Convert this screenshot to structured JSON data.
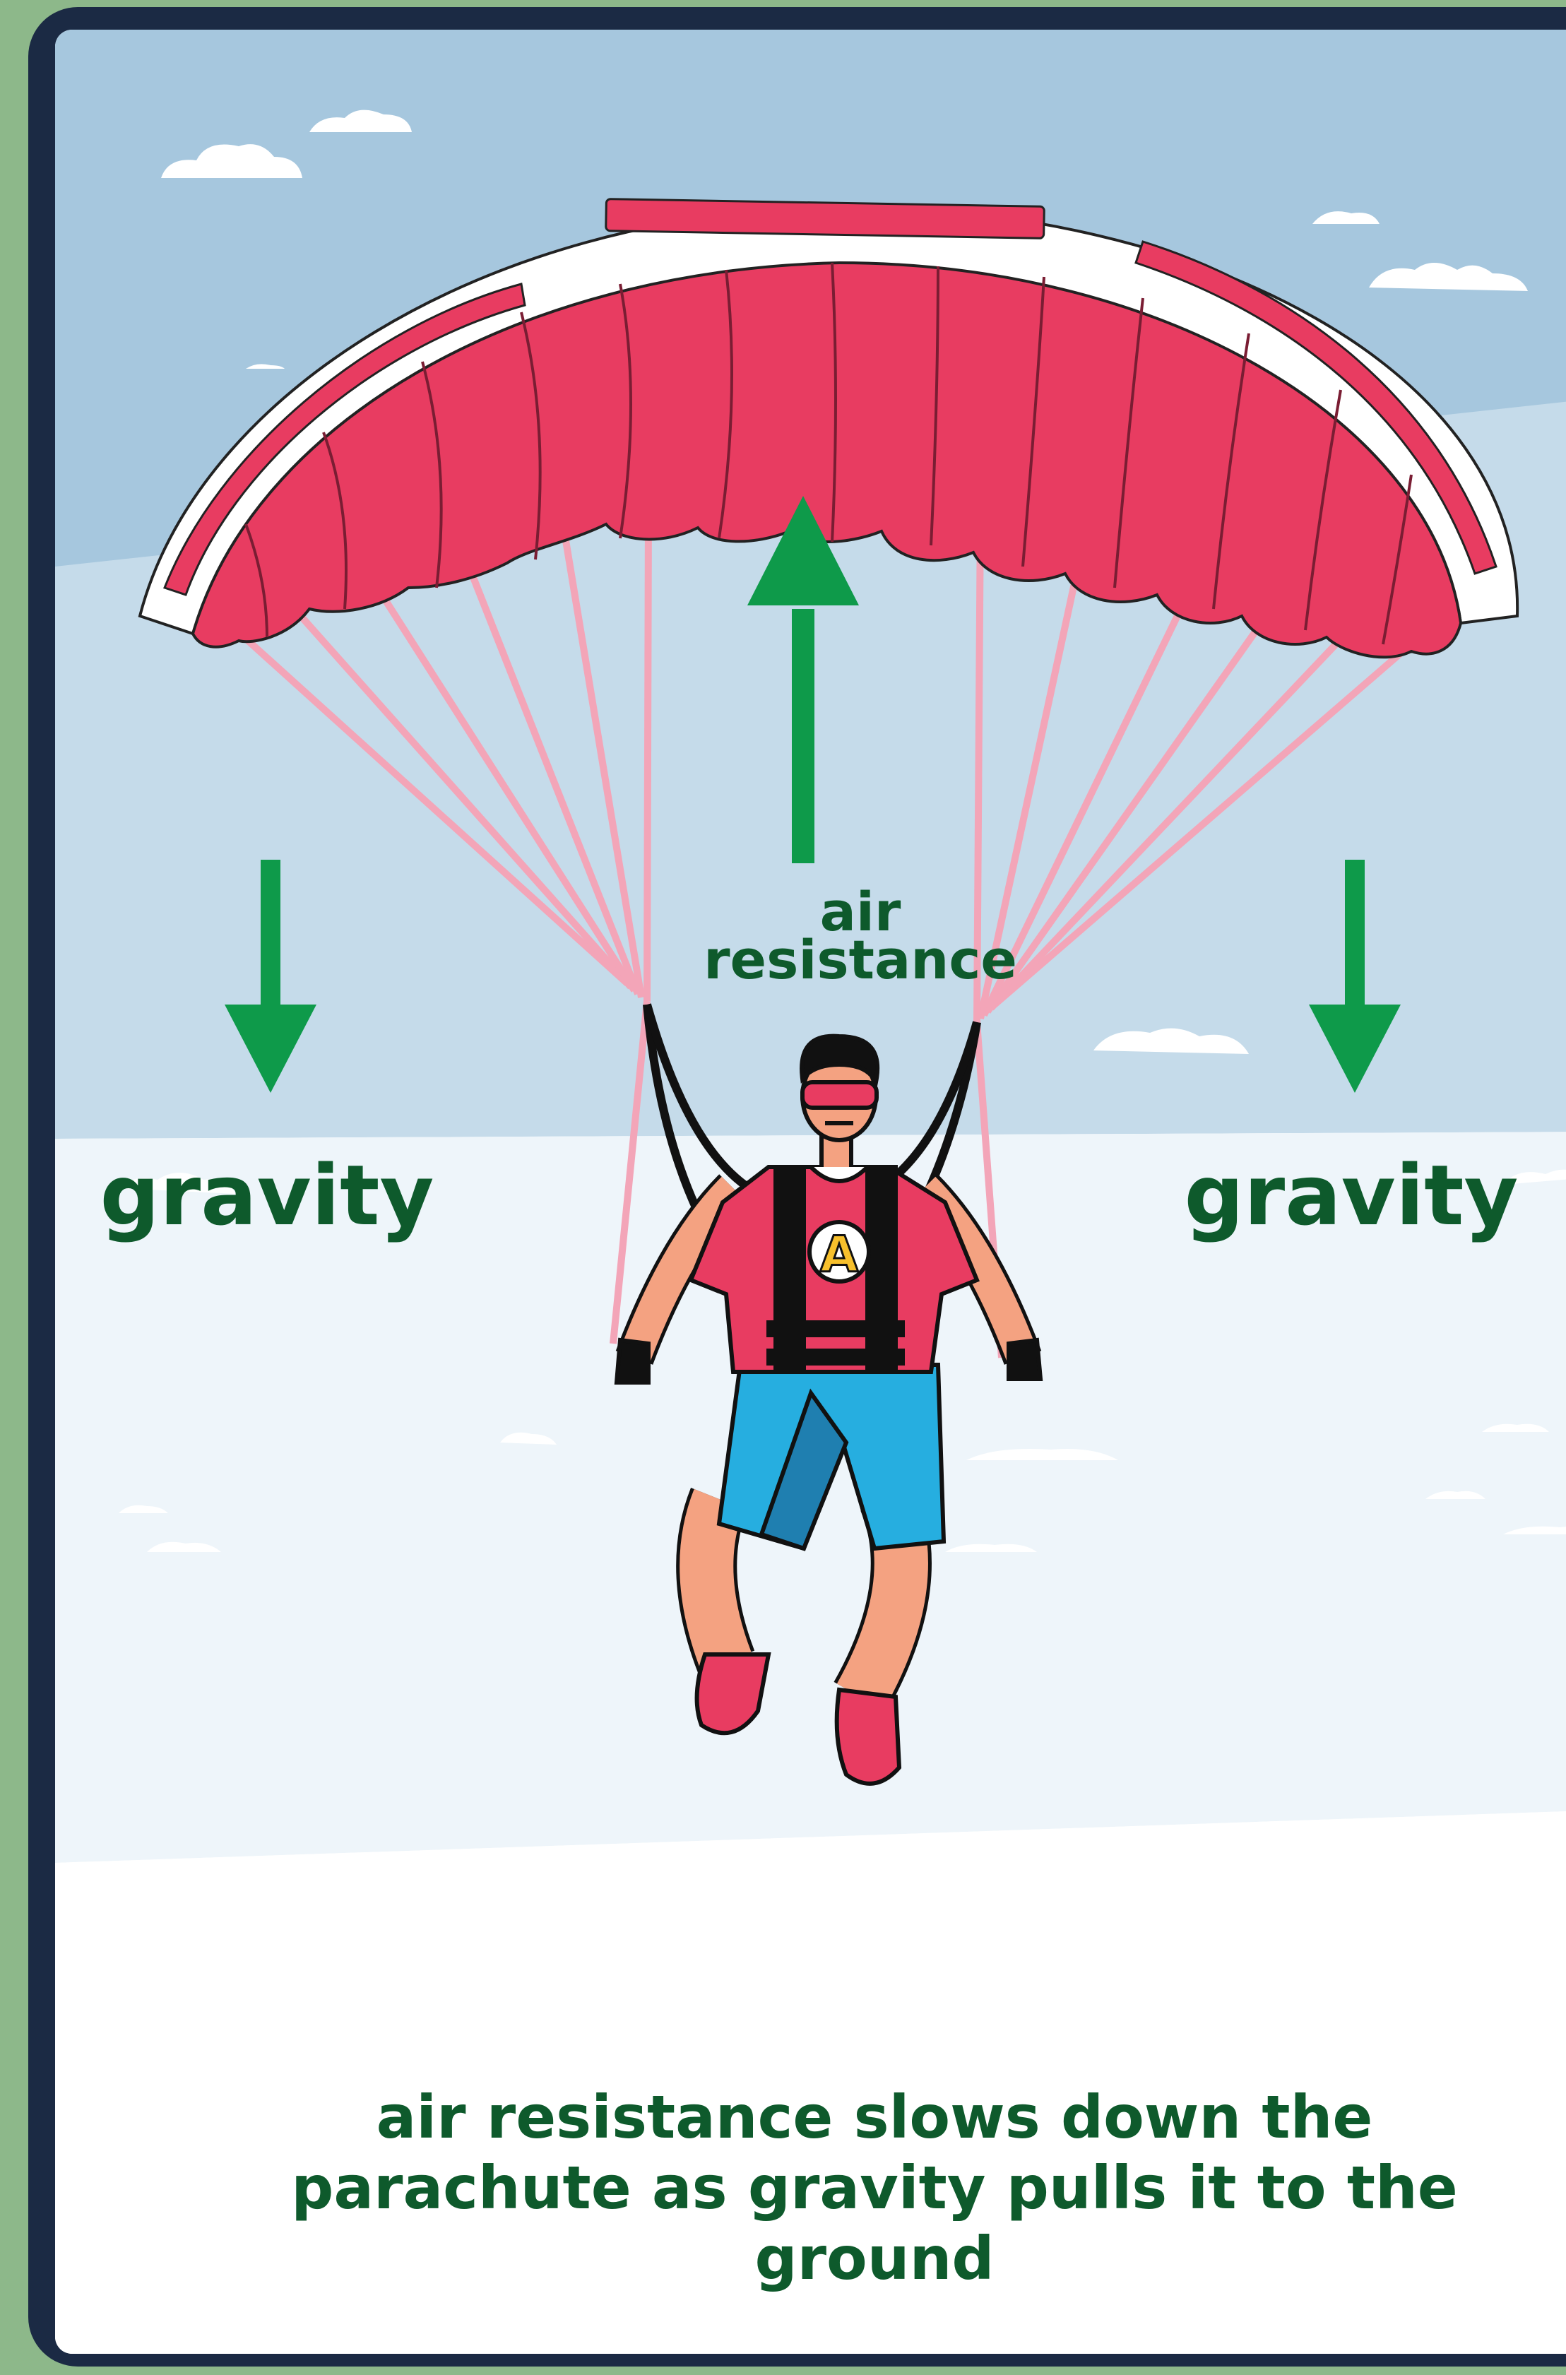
{
  "labels": {
    "gravity_left": "gravity",
    "gravity_right": "gravity",
    "air_resistance_line1": "air",
    "air_resistance_line2": "resistance"
  },
  "caption": {
    "line1": "air resistance slows down the",
    "line2": "parachute as gravity pulls it to the",
    "line3": "ground"
  },
  "colors": {
    "sky_top": "#a6c7de",
    "sky_mid": "#c5dbea",
    "sky_low": "#eef5fa",
    "canopy": "#e83c61",
    "arrow": "#0e9a4a",
    "label_text": "#0e5a2c",
    "frame": "#1b2a44",
    "page_bg": "#8db88a"
  },
  "icons": {
    "force_up": "arrow-up-icon",
    "force_down": "arrow-down-icon",
    "shirt_logo": "letter-a-logo"
  }
}
